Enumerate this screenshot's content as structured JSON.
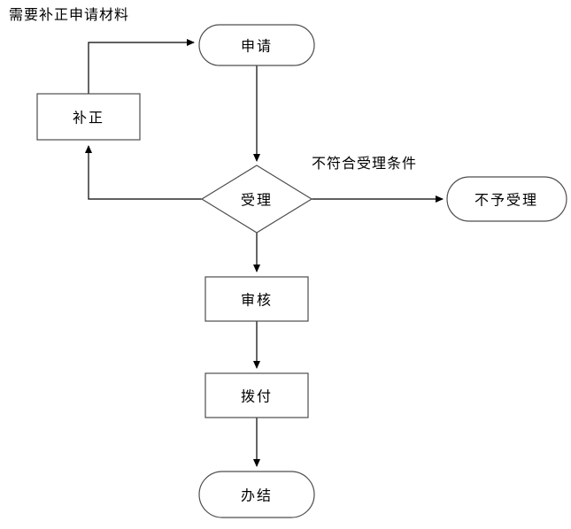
{
  "diagram": {
    "title_label": "需要补正申请材料",
    "nodes": {
      "apply": "申请",
      "correction": "补正",
      "accept": "受理",
      "reject": "不予受理",
      "review": "审核",
      "disburse": "拨付",
      "complete": "办结"
    },
    "edge_labels": {
      "not_qualified": "不符合受理条件"
    },
    "colors": {
      "background": "#ffffff",
      "stroke": "#4d4d4d",
      "text": "#000000"
    }
  }
}
